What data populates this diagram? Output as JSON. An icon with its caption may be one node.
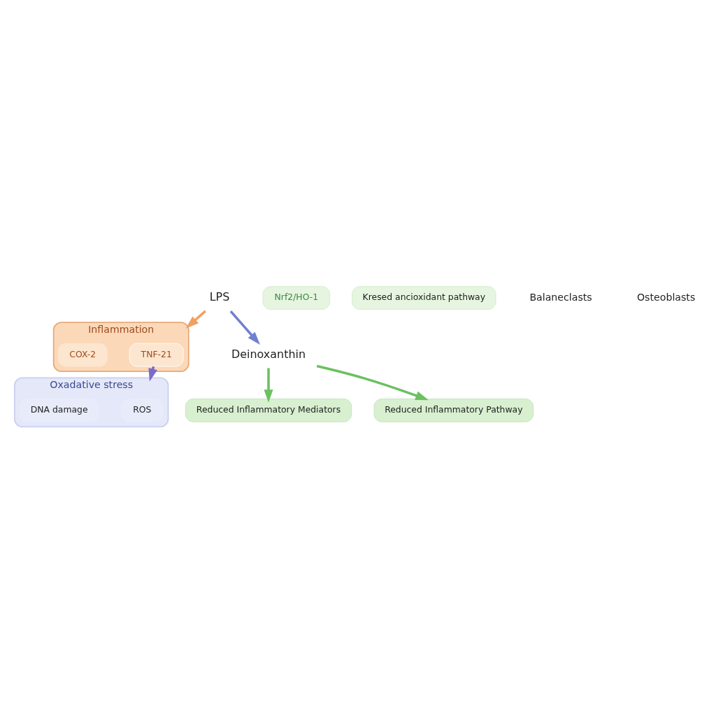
{
  "diagram": {
    "nodes": [
      {
        "text": [
          "LPS"
        ]
      },
      {
        "text": [
          "Inflammation"
        ]
      },
      {
        "text": [
          "TNF-21"
        ],
        "in": 1
      },
      {
        "text": [
          "COX-2"
        ],
        "in": 1
      },
      {
        "text": [
          "Oxadative stress"
        ]
      },
      {
        "text": [
          "ROS"
        ],
        "in": 4
      },
      {
        "text": [
          "DNA damage"
        ],
        "in": 4
      },
      {
        "text": [
          "Deinoxanthin"
        ]
      },
      {
        "text": [
          "Reduced Inflammatory Mediators"
        ]
      },
      {
        "text": [
          "Reduced Inflammatory Pathway"
        ]
      },
      {
        "text": [
          "Nrf2/HO-1"
        ]
      },
      {
        "text": [
          "Kresed ancioxidant pathway"
        ]
      }
    ],
    "edges": [
      {
        "from": 0,
        "to": 1,
        "arrow": "to",
        "color": "#f0a060"
      },
      {
        "from": 0,
        "to": 7,
        "arrow": "to",
        "color": "#7080d0"
      },
      {
        "from": 2,
        "to": 4,
        "arrow": "to",
        "color": "#7a6cc8"
      },
      {
        "from": 7,
        "to": 8,
        "arrow": "to",
        "color": "#6cc060"
      },
      {
        "from": 7,
        "to": 9,
        "arrow": "to",
        "color": "#6cc060"
      }
    ],
    "labels": [
      "Balaneclasts",
      "Osteoblasts"
    ]
  }
}
